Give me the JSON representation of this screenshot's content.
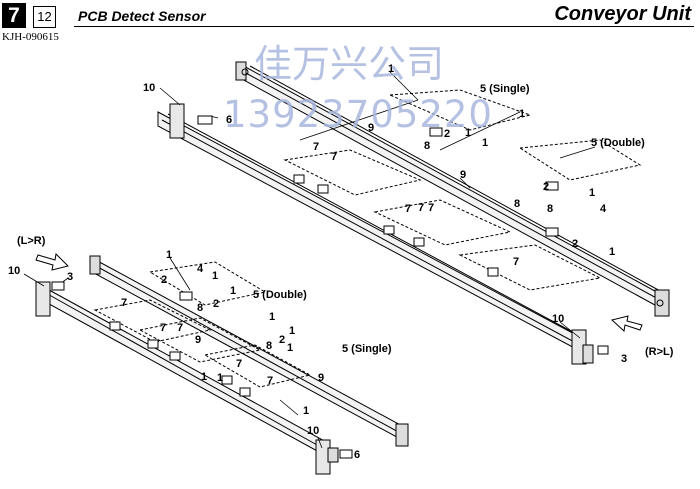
{
  "header": {
    "chapter": "7",
    "page": "12",
    "section": "PCB Detect Sensor",
    "unit": "Conveyor Unit",
    "doc_code": "KJH-090615"
  },
  "watermark": {
    "company": "佳万兴公司",
    "phone": "13923705220"
  },
  "callouts": {
    "c1": "1",
    "c2": "2",
    "c3": "3",
    "c4": "4",
    "c5s": "5 (Single)",
    "c5d": "5 (Double)",
    "c6": "6",
    "c7": "7",
    "c8": "8",
    "c9": "9",
    "c10": "10"
  },
  "directions": {
    "left_to_right": "(L>R)",
    "right_to_left": "(R>L)"
  },
  "colors": {
    "line": "#000000",
    "watermark": "#a9b7dd"
  }
}
